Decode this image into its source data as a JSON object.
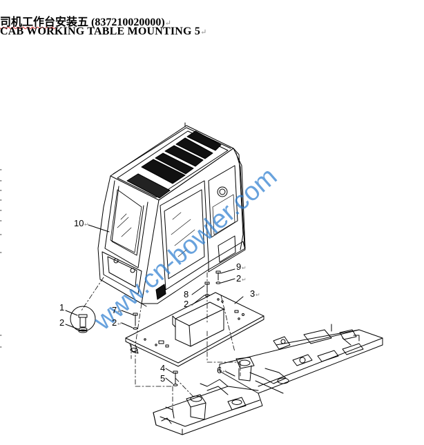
{
  "header": {
    "title_cn_underlined": "司机工作台",
    "title_cn_rest": "安装五 (837210020000)",
    "title_en": "CAB WORKING TABLE MOUNTING 5",
    "return_mark": "↵"
  },
  "watermark": {
    "text": "www.cn-bowler.com",
    "color": "#2f7fd0"
  },
  "callouts": {
    "c1": "1",
    "c2a": "2",
    "c7": "7",
    "c2b": "2",
    "c8": "8",
    "c2c": "2",
    "c9": "9",
    "c2d": "2",
    "c3": "3",
    "c4": "4",
    "c5": "5",
    "c6": "6",
    "c10": "10"
  },
  "colors": {
    "line": "#000000",
    "watermark": "#2f7fd0"
  }
}
